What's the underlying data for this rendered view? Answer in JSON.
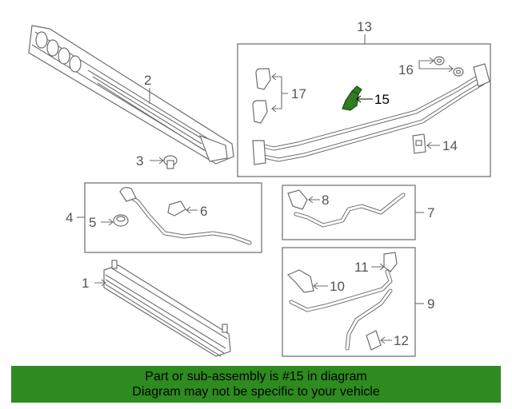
{
  "callouts": {
    "c1": "1",
    "c2": "2",
    "c3": "3",
    "c4": "4",
    "c5": "5",
    "c6": "6",
    "c7": "7",
    "c8": "8",
    "c9": "9",
    "c10": "10",
    "c11": "11",
    "c12": "12",
    "c13": "13",
    "c14": "14",
    "c15": "15",
    "c16": "16",
    "c17": "17"
  },
  "highlight_part": "15",
  "banner": {
    "line1": "Part or sub-assembly is #15 in diagram",
    "line2": "Diagram may not be specific to your vehicle"
  },
  "colors": {
    "banner_bg": "#2e8b1f",
    "highlight_part": "#2f7d1f",
    "line_art": "#6e6e6e"
  }
}
